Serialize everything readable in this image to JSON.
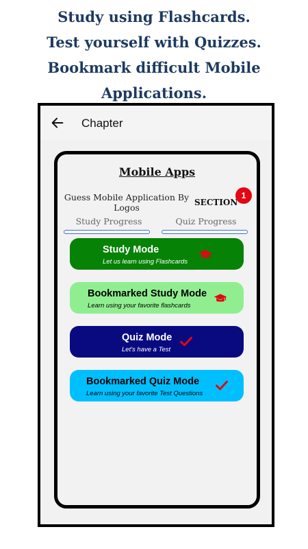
{
  "promo": {
    "line1": "Study using Flashcards.",
    "line2": "Test yourself with Quizzes.",
    "line3": "Bookmark difficult Mobile",
    "line4": "Applications."
  },
  "appbar": {
    "back_icon": "arrow-left-icon",
    "title": "Chapter"
  },
  "card": {
    "title": "Mobile Apps",
    "subject": "Guess Mobile Application By Logos",
    "section_label": "SECTION",
    "section_number": "1",
    "study_progress_label": "Study Progress",
    "quiz_progress_label": "Quiz Progress"
  },
  "modes": [
    {
      "title": "Study Mode",
      "subtitle": "Let us learn using Flashcards",
      "icon": "graduation-cap-icon",
      "bg": "#068206",
      "fg": "#ffffff",
      "icon_color": "#e30613"
    },
    {
      "title": "Bookmarked Study Mode",
      "subtitle": "Learn using your favorite flashcards",
      "icon": "graduation-cap-icon",
      "bg": "#90ee90",
      "fg": "#000000",
      "icon_color": "#e30613"
    },
    {
      "title": "Quiz Mode",
      "subtitle": "Let's have a Test",
      "icon": "checkmark-icon",
      "bg": "#0a0a80",
      "fg": "#ffffff",
      "icon_color": "#e30613"
    },
    {
      "title": "Bookmarked Quiz Mode",
      "subtitle": "Learn using your favorite Test Questions",
      "icon": "checkmark-icon",
      "bg": "#00bfff",
      "fg": "#000000",
      "icon_color": "#e30613"
    }
  ],
  "colors": {
    "promo_text": "#1d3a5f",
    "badge": "#e30613",
    "progress_border": "#3a6fd8"
  }
}
